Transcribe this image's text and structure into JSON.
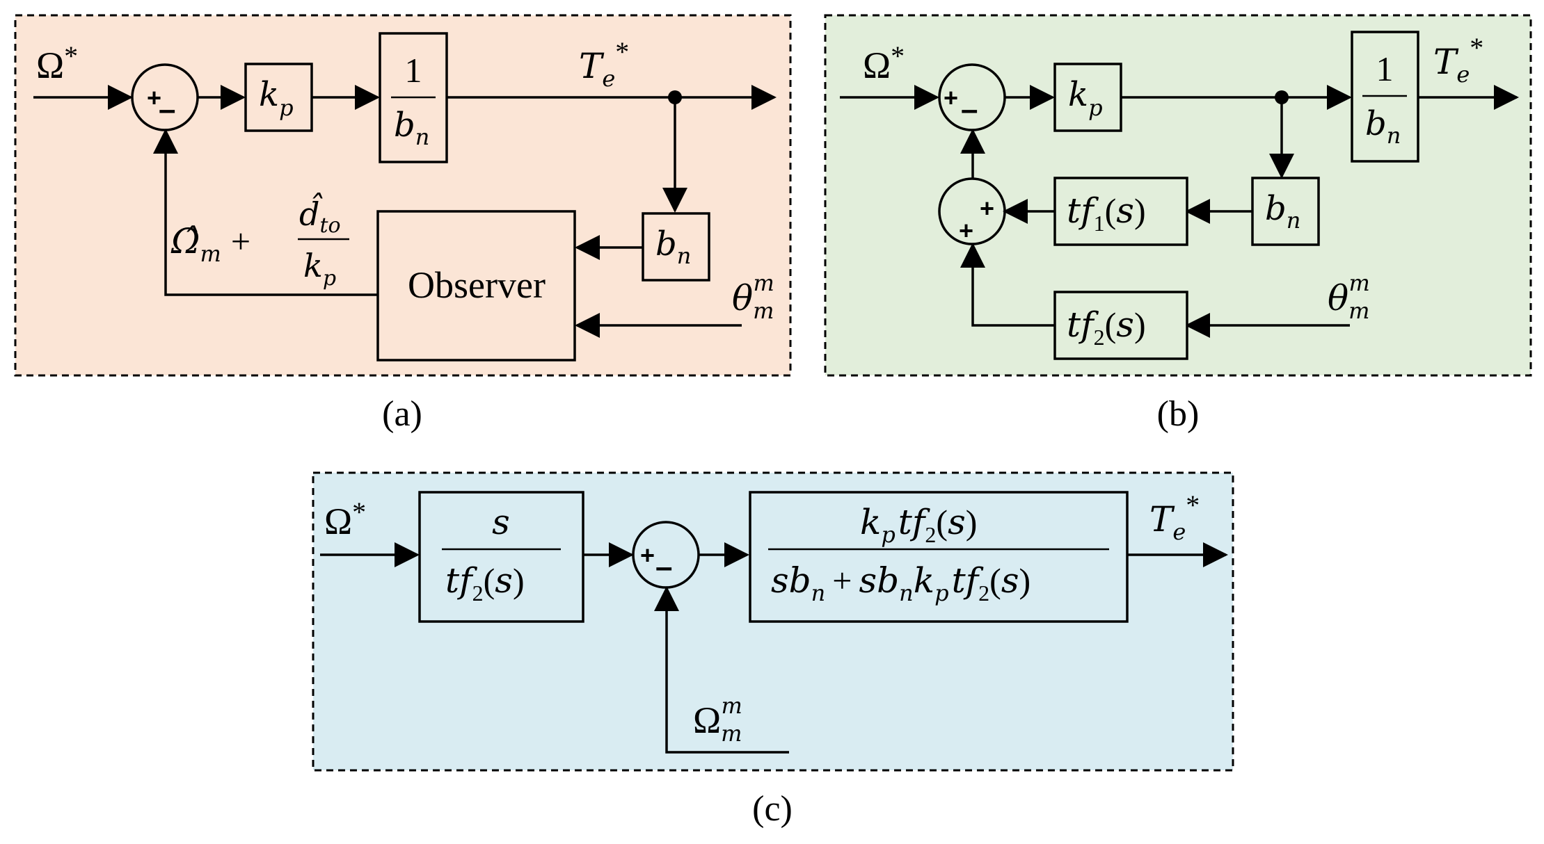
{
  "colors": {
    "panel_a": "#fbe5d6",
    "panel_b": "#e2eedb",
    "panel_c": "#d9ecf2",
    "border": "#000000"
  },
  "captions": {
    "a": "(a)",
    "b": "(b)",
    "c": "(c)"
  },
  "panel_a": {
    "input": "Ω",
    "gain": "k",
    "inv_top": "1",
    "inv_bottom": "b",
    "output": "T",
    "bn": "b",
    "observer": "Observer",
    "feedback_left": "Ω̂",
    "feedback_num": "d̂",
    "feedback_den": "k",
    "measure": "θ"
  },
  "panel_b": {
    "input": "Ω",
    "gain": "k",
    "inv_top": "1",
    "inv_bottom": "b",
    "output": "T",
    "bn": "b",
    "tf1": "tf",
    "tf2": "tf",
    "measure": "θ"
  },
  "panel_c": {
    "input": "Ω",
    "pre_num": "s",
    "pre_den": "tf",
    "main_num": "k",
    "main_den": "sb",
    "output": "T",
    "feedback": "Ω"
  }
}
